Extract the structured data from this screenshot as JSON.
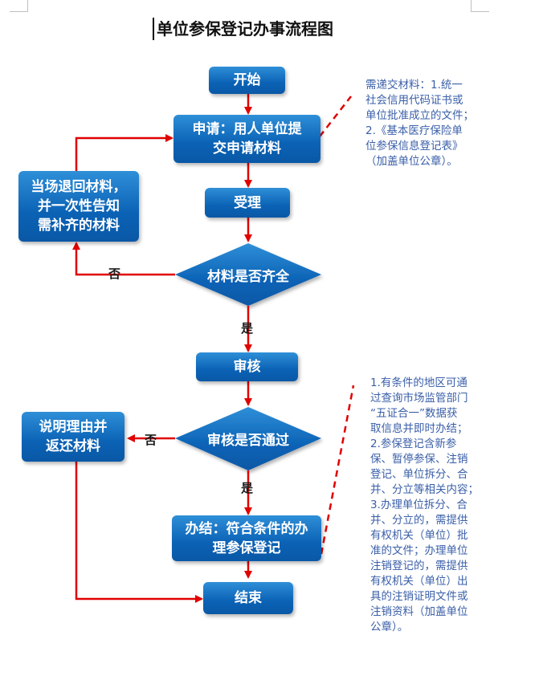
{
  "title": "单位参保登记办事流程图",
  "nodes": {
    "start": "开始",
    "apply_line1": "申请：用人单位提",
    "apply_line2": "交申请材料",
    "accept": "受理",
    "complete_check": "材料是否齐全",
    "return_line1": "当场退回材料，",
    "return_line2": "并一次性告知",
    "return_line3": "需补齐的材料",
    "review": "审核",
    "review_check": "审核是否通过",
    "explain_line1": "说明理由并",
    "explain_line2": "返还材料",
    "finish_line1": "办结：符合条件的办",
    "finish_line2": "理参保登记",
    "end": "结束"
  },
  "labels": {
    "no1": "否",
    "yes1": "是",
    "no2": "否",
    "yes2": "是"
  },
  "note1": [
    "需递交材料：1.统一",
    "社会信用代码证书或",
    "单位批准成立的文件；",
    "2.《基本医疗保险单",
    "位参保信息登记表》",
    "（加盖单位公章）。"
  ],
  "note2": [
    "1.有条件的地区可通",
    "过查询市场监管部门",
    "“五证合一”数据获",
    "取信息并即时办结；",
    "2.参保登记含新参",
    "保、暂停参保、注销",
    "登记、单位拆分、合",
    "并、分立等相关内容；",
    "3.办理单位拆分、合",
    "并、分立的，需提供",
    "有权机关（单位）批",
    "准的文件；办理单位",
    "注销登记的，需提供",
    "有权机关（单位）出",
    "具的注销证明文件或",
    "注销资料（加盖单位",
    "公章）。"
  ],
  "colors": {
    "box": "#0b62b5",
    "arrow": "#e00000",
    "note_text": "#3a5fa8"
  }
}
